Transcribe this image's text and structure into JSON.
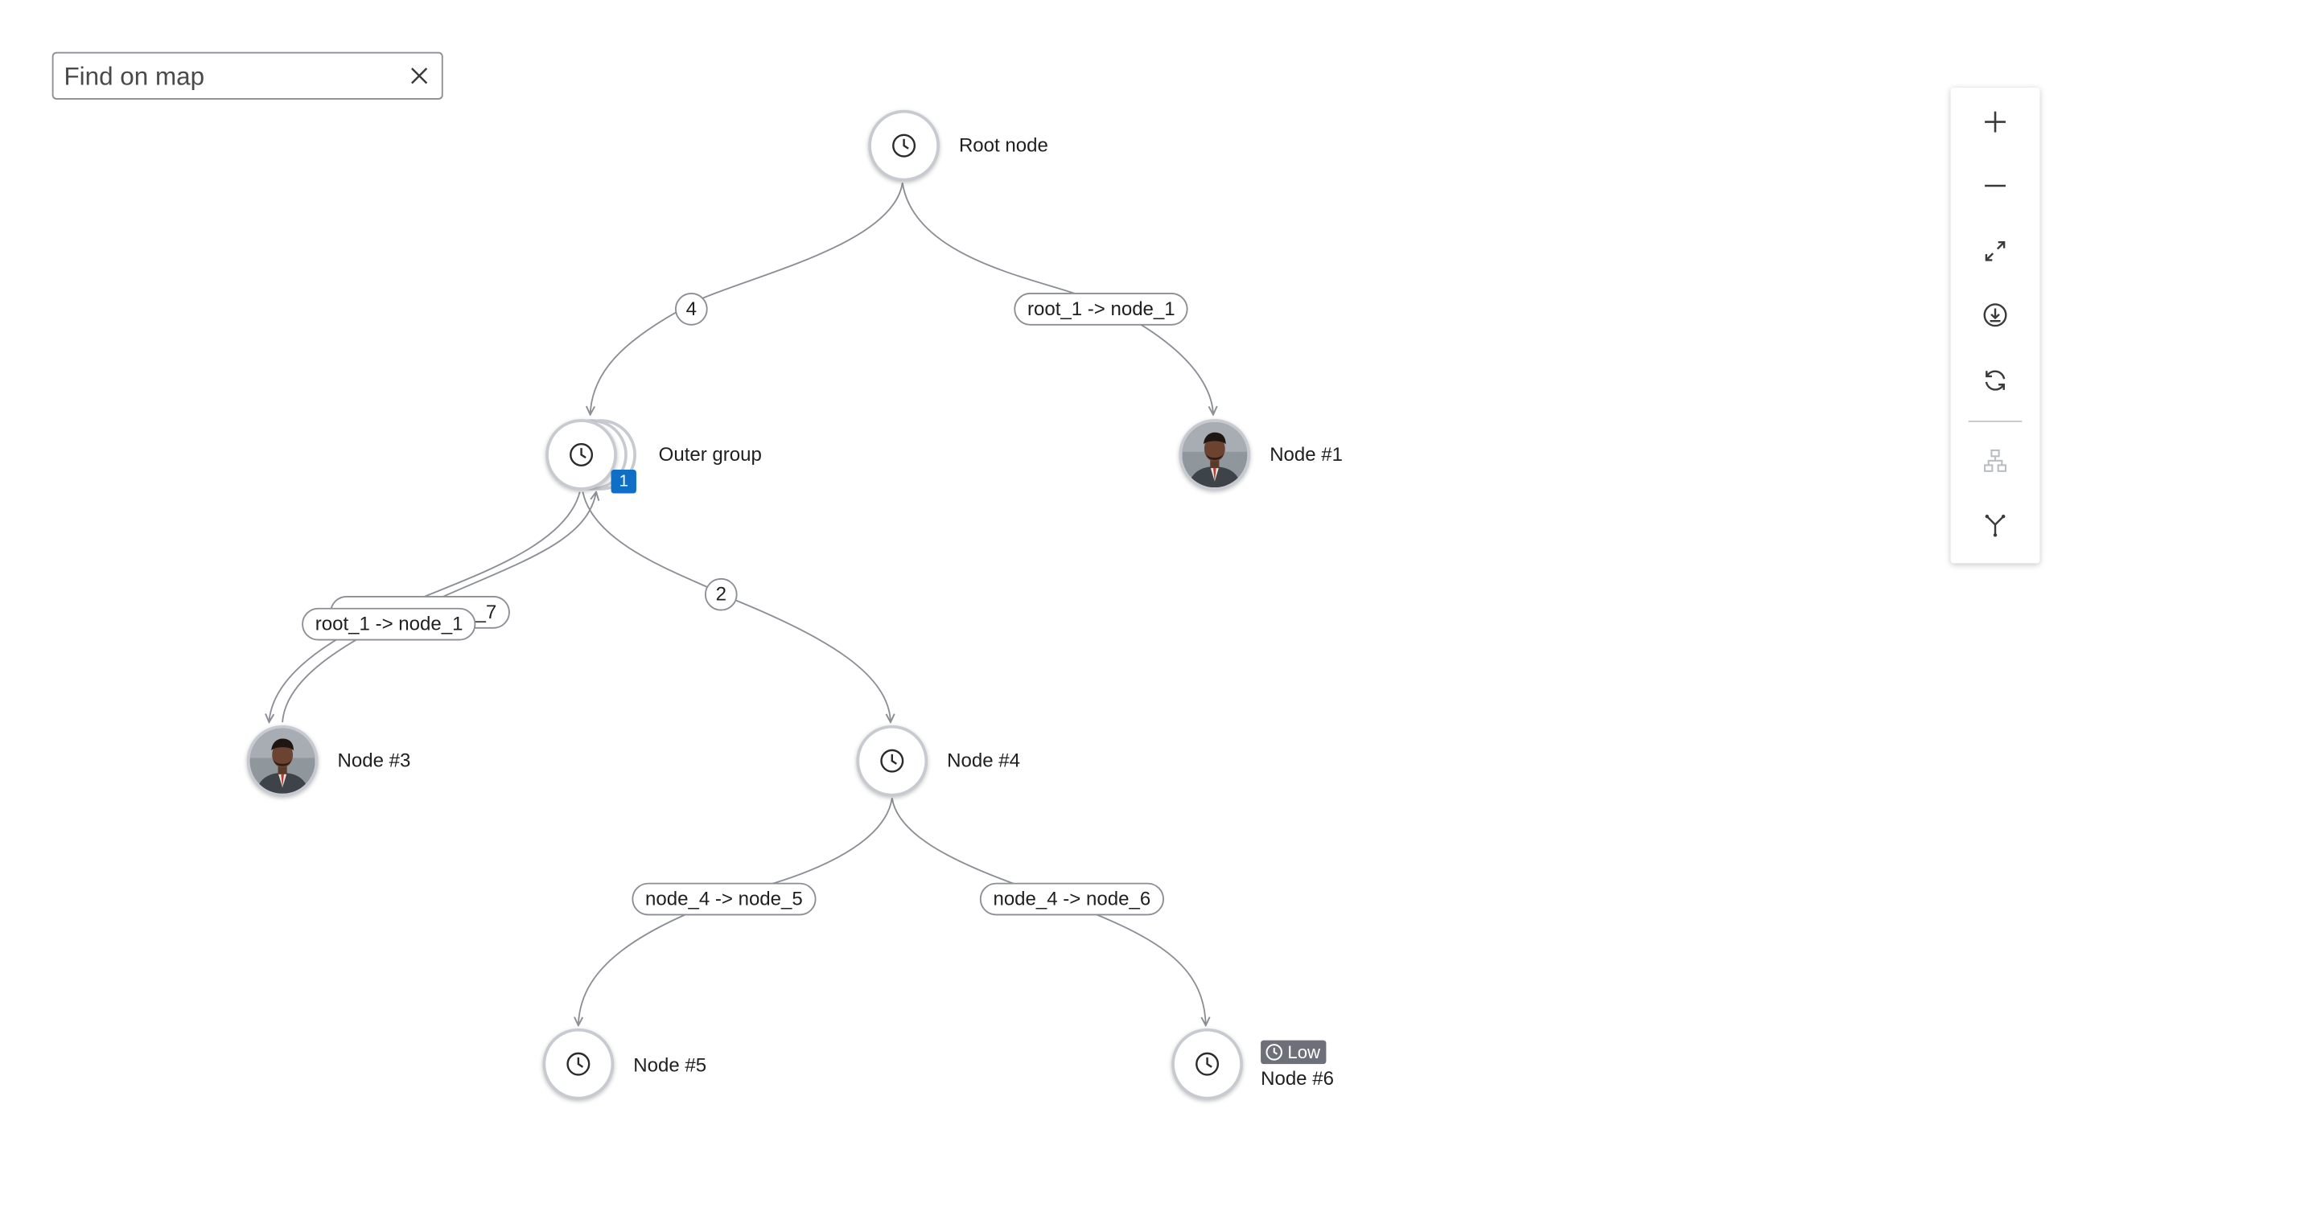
{
  "search": {
    "placeholder": "Find on map",
    "clear_icon": "close-icon"
  },
  "nodes": {
    "root": {
      "label": "Root node",
      "icon": "clock-icon"
    },
    "outer_group": {
      "label": "Outer group",
      "icon": "clock-icon",
      "count": "1"
    },
    "node_1": {
      "label": "Node #1",
      "icon": "avatar"
    },
    "node_3": {
      "label": "Node #3",
      "icon": "avatar"
    },
    "node_4": {
      "label": "Node #4",
      "icon": "clock-icon"
    },
    "node_5": {
      "label": "Node #5",
      "icon": "clock-icon"
    },
    "node_6": {
      "label": "Node #6",
      "icon": "clock-icon",
      "badge": "Low"
    }
  },
  "edges": {
    "root_to_outer_count": "4",
    "root_to_node1": "root_1 -> node_1",
    "outer_to_node4_count": "2",
    "outer_to_node3_back": "_7",
    "outer_to_node3_front": "root_1 -> node_1",
    "node4_to_node5": "node_4 -> node_5",
    "node4_to_node6": "node_4 -> node_6"
  },
  "toolbar": {
    "items": [
      "plus-icon",
      "minus-icon",
      "fit-to-screen-icon",
      "download-icon",
      "refresh-icon",
      "hierarchy-layout-icon",
      "fork-layout-icon"
    ]
  },
  "colors": {
    "edge": "#8b8e95",
    "node_border": "#c7cad0",
    "count_badge": "#0f6fc6",
    "status_badge": "#6e7079"
  }
}
